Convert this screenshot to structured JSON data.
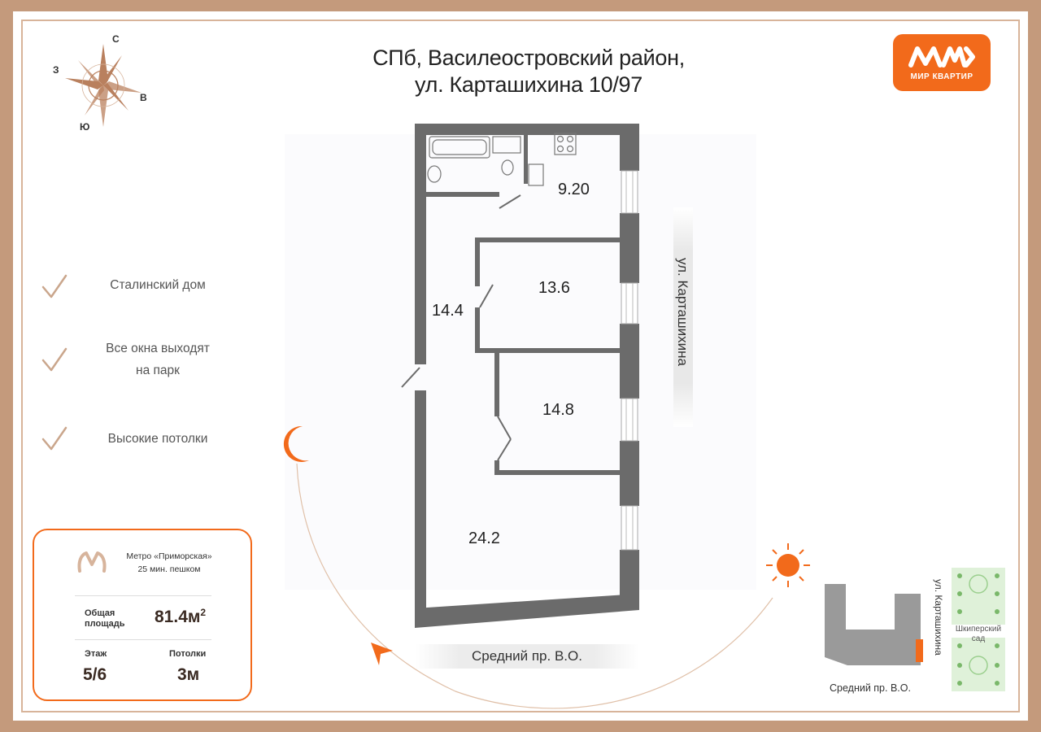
{
  "header": {
    "line1": "СПб, Василеостровский район,",
    "line2": "ул. Карташихина 10/97"
  },
  "logo": {
    "text": "МИР КВАРТИР"
  },
  "compass": {
    "north": "С",
    "south": "Ю",
    "west": "З",
    "east": "В"
  },
  "features": [
    {
      "line1": "Сталинский дом",
      "line2": ""
    },
    {
      "line1": "Все окна выходят",
      "line2": "на парк"
    },
    {
      "line1": "Высокие потолки",
      "line2": ""
    }
  ],
  "info": {
    "metro_line1": "Метро «Приморская»",
    "metro_line2": "25 мин. пешком",
    "area_label_1": "Общая",
    "area_label_2": "площадь",
    "area_value": "81.4м",
    "area_unit_sup": "2",
    "floor_label": "Этаж",
    "floor_value": "5/6",
    "ceiling_label": "Потолки",
    "ceiling_value": "3м"
  },
  "rooms": {
    "kitchen": "9.20",
    "room_a": "13.6",
    "hall": "14.4",
    "room_b": "14.8",
    "room_c": "24.2"
  },
  "streets": {
    "side": "ул. Карташихина",
    "bottom": "Средний пр. В.О."
  },
  "mini_map": {
    "street_side": "ул. Карташихина",
    "street_bottom": "Средний пр. В.О.",
    "garden_line1": "Шкиперский",
    "garden_line2": "сад"
  },
  "colors": {
    "accent": "#f26a1b",
    "frame": "#c49a7c",
    "wall": "#666666",
    "compass": "#b9805e"
  }
}
